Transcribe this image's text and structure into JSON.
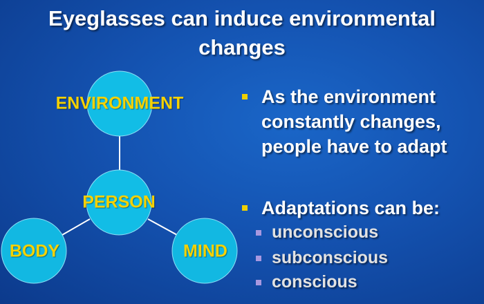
{
  "title": {
    "line1": "Eyeglasses can induce environmental",
    "line2": "changes"
  },
  "diagram": {
    "nodes": {
      "environment": "ENVIRONMENT",
      "person": "PERSON",
      "body": "BODY",
      "mind": "MIND"
    },
    "node_color": "#12bde6",
    "label_color": "#f5d100"
  },
  "bullets": [
    {
      "lines": [
        "As the environment",
        "constantly changes,",
        "people have to adapt"
      ]
    },
    {
      "lines": [
        "Adaptations can be:"
      ],
      "sub": [
        "unconscious",
        "subconscious",
        "conscious"
      ]
    }
  ]
}
